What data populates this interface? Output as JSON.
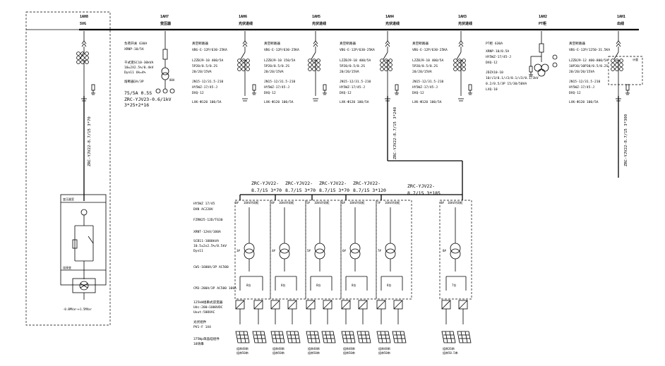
{
  "cabinets": [
    {
      "id": "1AH8",
      "name": "SVG",
      "specs": []
    },
    {
      "id": "1AH7",
      "name": "变压器",
      "specs": [
        "负荷开关 630A",
        "XRNP-10/5A",
        "",
        "干式变SC10-30kVA",
        "10±2X2.5%/0.4kV",
        "Dyn11 Uk=4%",
        "",
        "熔断器3A/3P",
        "75/5A 0.5S",
        "ZRC-YJV23-0.6/1kV",
        "3*25+2*16"
      ]
    },
    {
      "id": "1AH6",
      "name": "光伏进线",
      "specs": [
        "真空断路器",
        "VBG-E-12P/630-25KA",
        "",
        "LZZBJ9-10 400/5A",
        "5P20/0.5/0.2S",
        "20/20/15VA",
        "",
        "JN15-12/31.5-210",
        "HY5WZ-17/45-J",
        "DXQ-12",
        "",
        "LXK-Φ120 100/5A"
      ]
    },
    {
      "id": "1AH5",
      "name": "光伏进线",
      "specs": []
    },
    {
      "id": "1AH4",
      "name": "光伏进线",
      "specs": [
        "真空断路器",
        "VBG-E-12P/630-25KA",
        "",
        "LZZBJ9-10 400/5A",
        "5P20/0.5/0.2S",
        "20/20/15VA",
        "",
        "JN15-12/31.5-210",
        "HY5WZ-17/45-J",
        "DXQ-12",
        "",
        "LXK-Φ120 100/5A"
      ]
    },
    {
      "id": "1AH3",
      "name": "光伏进线",
      "specs": [
        "真空断路器",
        "VBG-E-12P/630-25KA",
        "",
        "LZZBJ9-10 400/5A",
        "5P20/0.5/0.2S",
        "20/20/15VA",
        "",
        "JN15-12/31.5-210",
        "HY5WZ-17/45-J",
        "DXQ-12",
        "",
        "LXK-Φ120 100/5A"
      ]
    },
    {
      "id": "1AH2",
      "name": "PT柜",
      "specs": [
        "PT柜 630A",
        "XRNP-10/0.5A",
        "HY5WZ-17/45-J",
        "DXQ-12",
        "",
        "JDZX10-10",
        "10/√3/0.1/√3/0.1/√3/0.1/3kV",
        "0.2/0.5/3P 15/30/50VA",
        "LXQ-10"
      ]
    },
    {
      "id": "1AH1",
      "name": "出线",
      "specs": [
        "真空断路器",
        "VBG-E-12P/1250-31.5KA",
        "",
        "LZZBJ9-12 400-800/5A",
        "10P30/10P30/0.5/0.2S",
        "20/20/20/15VA",
        "",
        "JN15-12/31.5-210",
        "HY5WZ-17/45-J",
        "DXQ-12",
        "",
        "LXK-Φ120 100/5A"
      ]
    }
  ],
  "cabinet_specs_b": {
    "c1ah6": [
      "真空断路器",
      "VBG-E-12P/630-25KA",
      "",
      "LZZBJ9-10 150/5A",
      "5P20/0.5/0.2S",
      "20/20/15VA",
      "",
      "JN15-12/31.5-210",
      "HY5WZ-17/45-J",
      "DXQ-12",
      "",
      "LXK-Φ120 100/5A"
    ]
  },
  "cables": {
    "svg_feed": "ZRC-YJV22-8.7/15 3*70",
    "out_1ah1": "ZRC-YJV22-8.7/15 3*300",
    "in_1ah4": "ZRC-YJV22-8.7/15 3*240",
    "branch_1": [
      "ZRC-YJV22-",
      "8.7/15 3*70"
    ],
    "branch_2": [
      "ZRC-YJV22-",
      "8.7/15 3*70"
    ],
    "branch_3": [
      "ZRC-YJV22-",
      "8.7/15 3*70"
    ],
    "branch_4": [
      "ZRC-YJV22-",
      "8.7/15 3*120"
    ],
    "branch_5": [
      "ZRC-YJV22-",
      "8.7/15 3*185"
    ]
  },
  "svg_panel": {
    "top_label": "变压器室",
    "box_label": "连接变",
    "bottom_note": "-0.8MVar~+1.5MVar"
  },
  "pv_units": [
    {
      "id": "3#",
      "rmu": "10kV环网柜",
      "inv": "8台"
    },
    {
      "id": "4#",
      "rmu": "10kV环网柜",
      "inv": "8台"
    },
    {
      "id": "5#",
      "rmu": "10kV环网柜",
      "inv": "8台"
    },
    {
      "id": "6#",
      "rmu": "10kV环网柜",
      "inv": "8台"
    },
    {
      "id": "7#",
      "rmu": "10kV环网柜",
      "inv": "8台"
    },
    {
      "id": "8#",
      "rmu": "10kV环网柜",
      "inv": "7台"
    }
  ],
  "pv_bottom_labels": [
    [
      "组串48串",
      "组串50串"
    ],
    [
      "组串48串",
      "组串50串"
    ],
    [
      "组串48串",
      "组串50串"
    ],
    [
      "组串48串",
      "组串50串"
    ],
    [
      "组串48串",
      "组串50串"
    ],
    [
      "组串26串",
      "组串50.5串"
    ]
  ],
  "legend": [
    "HY5WZ 17/45",
    "DXN AC220V",
    "",
    "FZRN25-12D/T630",
    "",
    "XRNT-12kV/100A",
    "SCB11-1000kVA",
    "10.5±2x2.5%/0.5kV",
    "Dyn11",
    "",
    "CW1-1600A/3P AC500",
    "",
    "CM3-200A/3P AC500 100A",
    "",
    "125kW组串式逆变器",
    "Udc:200~1000VDC",
    "Uout:500VAC",
    "",
    "光伏组件",
    "PV1-F 1X4",
    "",
    "375Wp单晶硅组件",
    "18块串"
  ]
}
